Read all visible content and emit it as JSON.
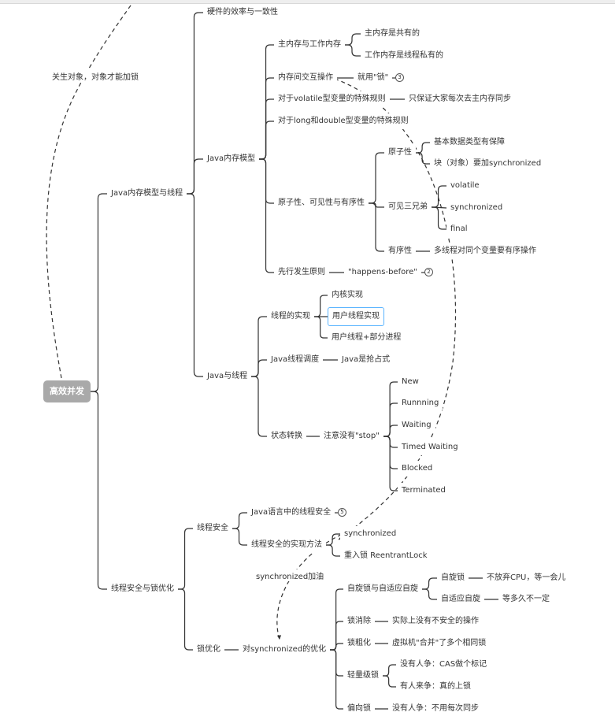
{
  "root": "高效并发",
  "relations": [
    {
      "label": "关生对象，对象才能加锁"
    },
    {
      "label": "synchronized加油"
    }
  ],
  "branches": {
    "memory_model_and_threads": "Java内存模型与线程",
    "thread_safety": "线程安全与锁优化"
  },
  "nodes": {
    "hw": "硬件的效率与一致性",
    "jmm": "Java内存模型",
    "main_work": "主内存与工作内存",
    "main_shared": "主内存是共有的",
    "work_private": "工作内存是线程私有的",
    "interop": "内存间交互操作",
    "lock_word": "就用\"锁\"",
    "volatile_rule": "对于volatile型变量的特殊规则",
    "volatile_rule_detail": "只保证大家每次去主内存同步",
    "long_double": "对于long和double型变量的特殊规则",
    "acv": "原子性、可见性与有序性",
    "atomicity": "原子性",
    "basic_types": "基本数据类型有保障",
    "block_sync": "块（对象）要加synchronized",
    "visibility": "可见三兄弟",
    "vis_volatile": "volatile",
    "vis_sync": "synchronized",
    "vis_final": "final",
    "ordering": "有序性",
    "ordering_detail": "多线程对同个变量要有序操作",
    "hb": "先行发生原则",
    "hb_value": "\"happens-before\"",
    "java_threads": "Java与线程",
    "thread_impl": "线程的实现",
    "kernel": "内核实现",
    "user_thread": "用户线程实现",
    "user_plus": "用户线程+部分进程",
    "sched": "Java线程调度",
    "preempt": "Java是抢占式",
    "state": "状态转换",
    "nostop": "注意没有\"stop\"",
    "s_new": "New",
    "s_running": "Runnning",
    "s_waiting": "Waiting",
    "s_timed": "Timed Waiting",
    "s_blocked": "Blocked",
    "s_terminated": "Terminated",
    "ts": "线程安全",
    "ts_lang": "Java语言中的线程安全",
    "ts_impl": "线程安全的实现方法",
    "ts_sync": "synchronized",
    "ts_reentrant": "重入锁 ReentrantLock",
    "lo": "锁优化",
    "lo_sync": "对synchronized的优化",
    "spin": "自旋锁与自适应自旋",
    "spin_lock": "自旋锁",
    "spin_lock_d": "不放弃CPU，等一会儿",
    "adaptive": "自适应自旋",
    "adaptive_d": "等多久不一定",
    "elim": "锁消除",
    "elim_d": "实际上没有不安全的操作",
    "coarse": "锁粗化",
    "coarse_d": "虚拟机\"合并\"了多个相同锁",
    "light": "轻量级锁",
    "light_a": "没有人争：CAS做个标记",
    "light_b": "有人来争：真的上锁",
    "biased": "偏向锁",
    "biased_d": "没有人争：不用每次同步"
  },
  "badges": {
    "interop": "3",
    "hb": "2",
    "ts_lang": "5"
  },
  "colors": {
    "line": "#333333",
    "root_bg": "#a9a9a9",
    "selected_border": "#5ab4ff"
  }
}
